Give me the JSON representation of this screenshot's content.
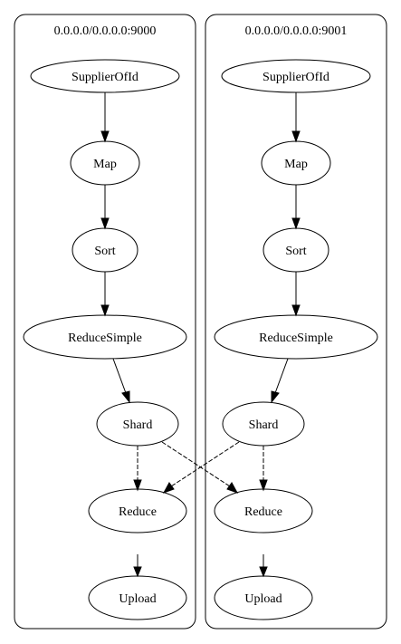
{
  "clusters": [
    {
      "title": "0.0.0.0/0.0.0.0:9000",
      "nodes": [
        "SupplierOfId",
        "Map",
        "Sort",
        "ReduceSimple",
        "Shard",
        "Reduce",
        "Upload"
      ]
    },
    {
      "title": "0.0.0.0/0.0.0.0:9001",
      "nodes": [
        "SupplierOfId",
        "Map",
        "Sort",
        "ReduceSimple",
        "Shard",
        "Reduce",
        "Upload"
      ]
    }
  ],
  "edges": [
    {
      "from": "c0.SupplierOfId",
      "to": "c0.Map",
      "style": "solid"
    },
    {
      "from": "c0.Map",
      "to": "c0.Sort",
      "style": "solid"
    },
    {
      "from": "c0.Sort",
      "to": "c0.ReduceSimple",
      "style": "solid"
    },
    {
      "from": "c0.ReduceSimple",
      "to": "c0.Shard",
      "style": "solid"
    },
    {
      "from": "c0.Shard",
      "to": "c0.Reduce",
      "style": "dashed"
    },
    {
      "from": "c0.Shard",
      "to": "c1.Reduce",
      "style": "dashed"
    },
    {
      "from": "c0.Reduce",
      "to": "c0.Upload",
      "style": "solid"
    },
    {
      "from": "c1.SupplierOfId",
      "to": "c1.Map",
      "style": "solid"
    },
    {
      "from": "c1.Map",
      "to": "c1.Sort",
      "style": "solid"
    },
    {
      "from": "c1.Sort",
      "to": "c1.ReduceSimple",
      "style": "solid"
    },
    {
      "from": "c1.ReduceSimple",
      "to": "c1.Shard",
      "style": "solid"
    },
    {
      "from": "c1.Shard",
      "to": "c0.Reduce",
      "style": "dashed"
    },
    {
      "from": "c1.Shard",
      "to": "c1.Reduce",
      "style": "dashed"
    },
    {
      "from": "c1.Reduce",
      "to": "c1.Upload",
      "style": "solid"
    }
  ]
}
